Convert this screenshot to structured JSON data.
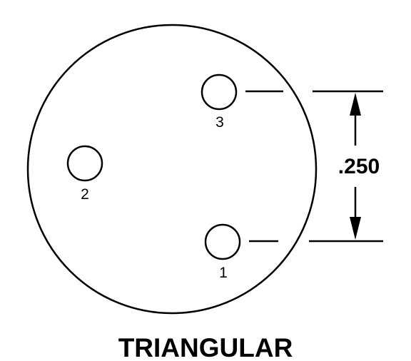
{
  "diagram": {
    "dimension_label": ".250",
    "caption": "TRIANGULAR",
    "pins": [
      {
        "label": "1"
      },
      {
        "label": "2"
      },
      {
        "label": "3"
      }
    ]
  },
  "colors": {
    "line": "#000000",
    "background": "#ffffff"
  }
}
